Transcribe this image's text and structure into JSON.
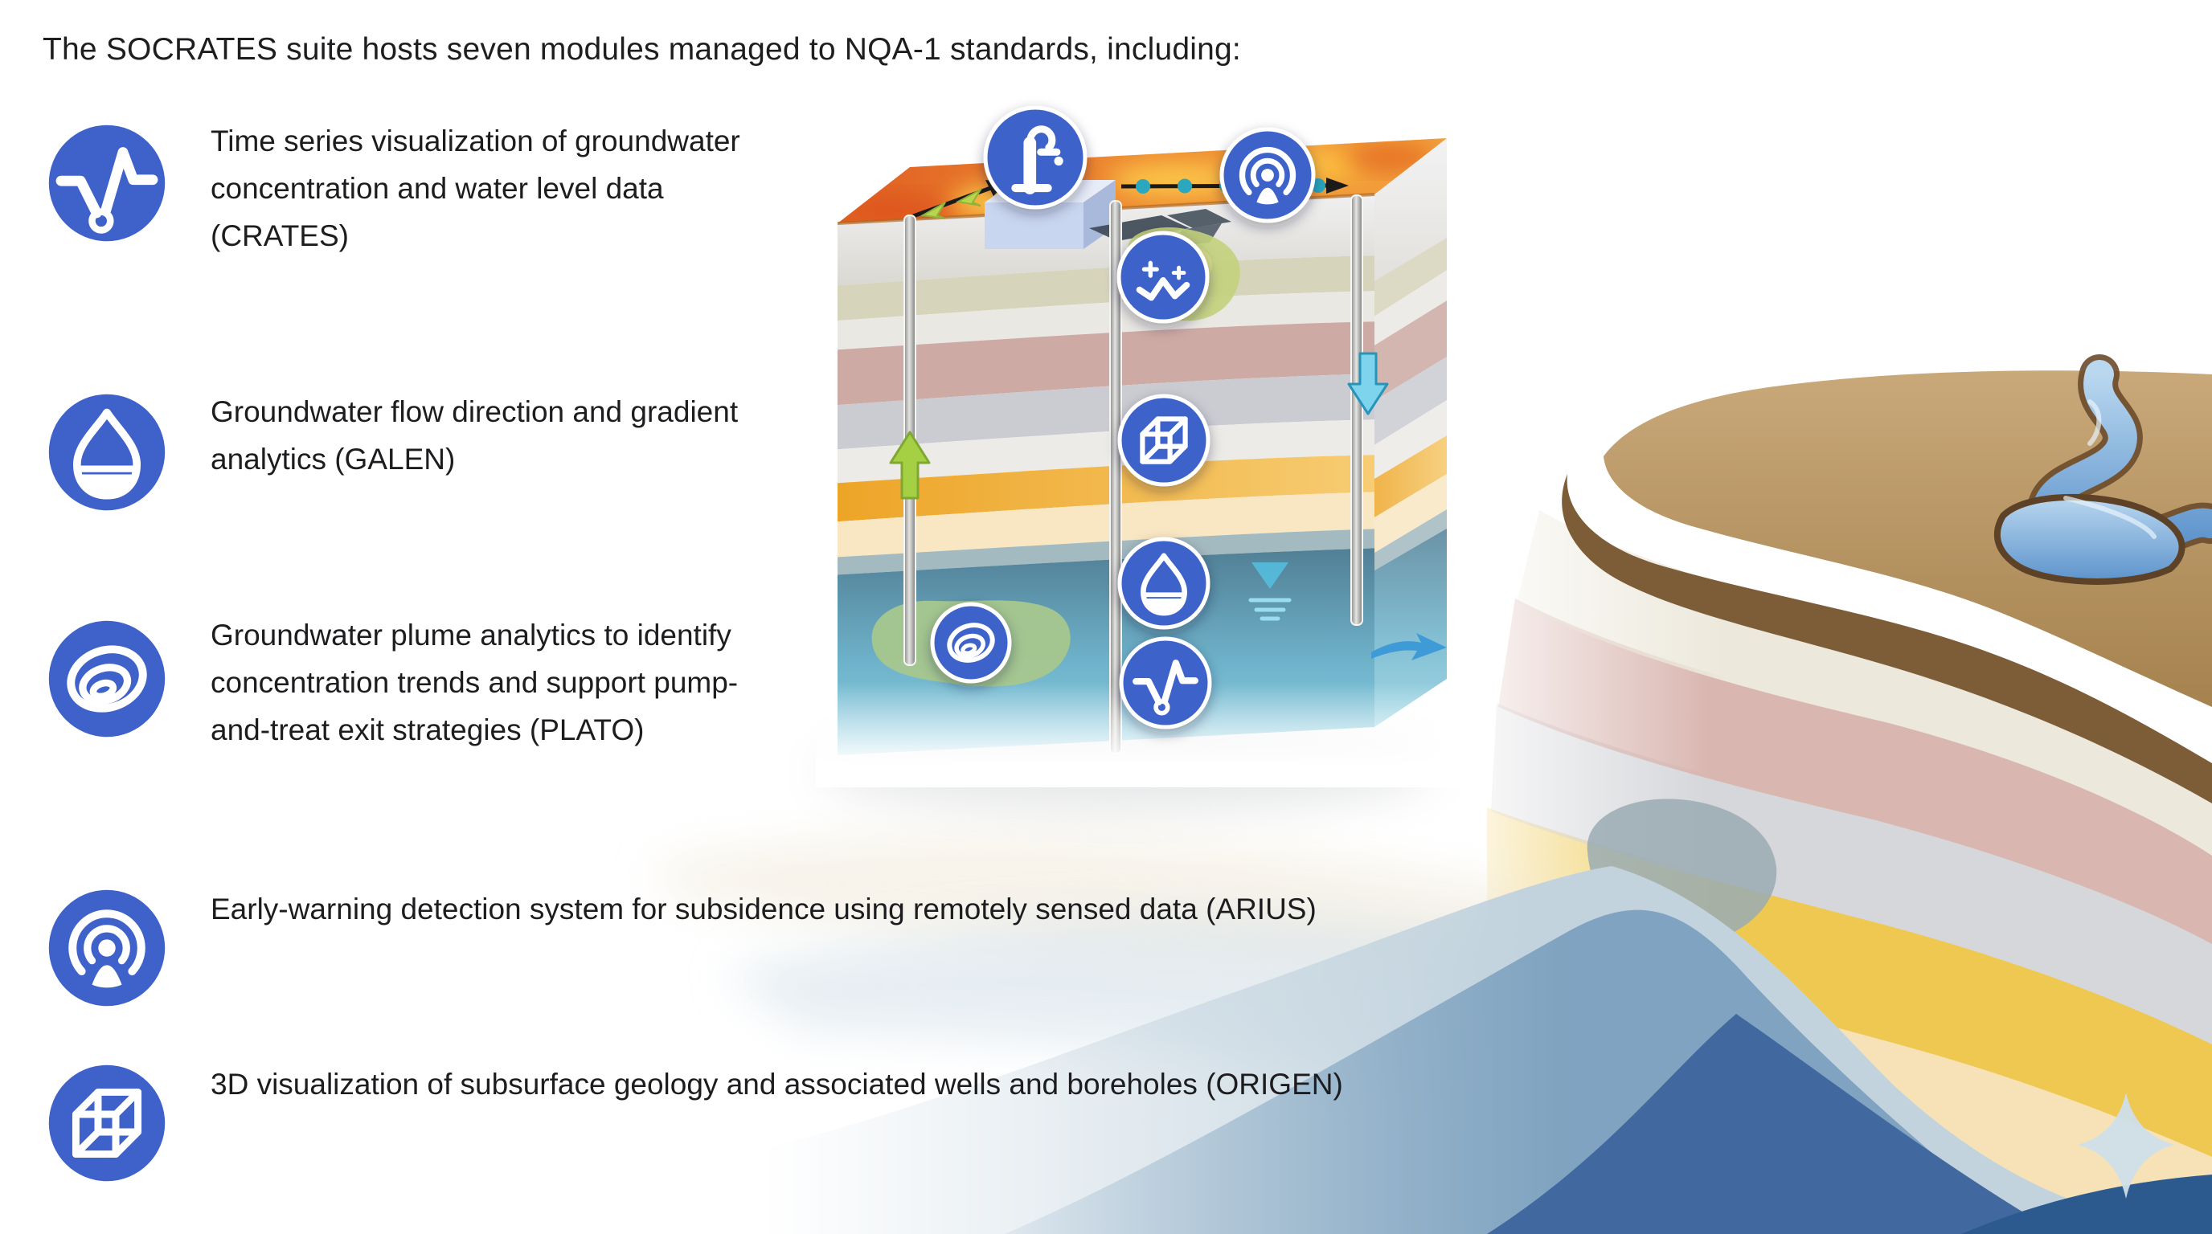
{
  "page": {
    "title": "The SOCRATES suite hosts seven modules managed to NQA-1 standards, including:"
  },
  "modules": [
    {
      "id": "CRATES",
      "icon": "pulse-line-icon",
      "text": "Time series visualization of groundwater\nconcentration and water level data\n(CRATES)"
    },
    {
      "id": "GALEN",
      "icon": "water-drop-icon",
      "text": "Groundwater flow direction and gradient\nanalytics (GALEN)"
    },
    {
      "id": "PLATO",
      "icon": "plume-contours-icon",
      "text": "Groundwater plume analytics to identify\nconcentration trends and support pump-\nand-treat exit strategies (PLATO)"
    },
    {
      "id": "ARIUS",
      "icon": "broadcast-icon",
      "text": "Early-warning detection system for subsidence using remotely sensed data (ARIUS)"
    },
    {
      "id": "ORIGEN",
      "icon": "cube-3d-icon",
      "text": "3D visualization of subsurface geology and associated wells and boreholes (ORIGEN)"
    }
  ],
  "diagram": {
    "description": "3D cutaway block of subsurface geology with wells, surface flow path and module icons, set against a layered mesa landscape with a meandering river",
    "icons": [
      "hand-pump-icon",
      "satellite-icon",
      "sparkle-trend-icon",
      "broadcast-icon",
      "cube-3d-icon",
      "water-drop-icon",
      "water-table-icon",
      "pulse-line-icon",
      "plume-contours-icon",
      "up-arrow-icon",
      "down-arrow-icon",
      "flow-arrow-icon",
      "four-point-sparkle-icon"
    ],
    "wells": 3,
    "surface_flow_dots": 4,
    "colors": {
      "icon_blue": "#3e62ca",
      "surface_orange": "#ef8030",
      "aquifer_teal": "#6fb4cc",
      "plume_green": "#a6c78e",
      "mesa_tan": "#b8976a",
      "river_blue": "#8db8e2",
      "yellow_layer": "#f0b244",
      "mauve_layer": "#c9a7a0"
    }
  }
}
